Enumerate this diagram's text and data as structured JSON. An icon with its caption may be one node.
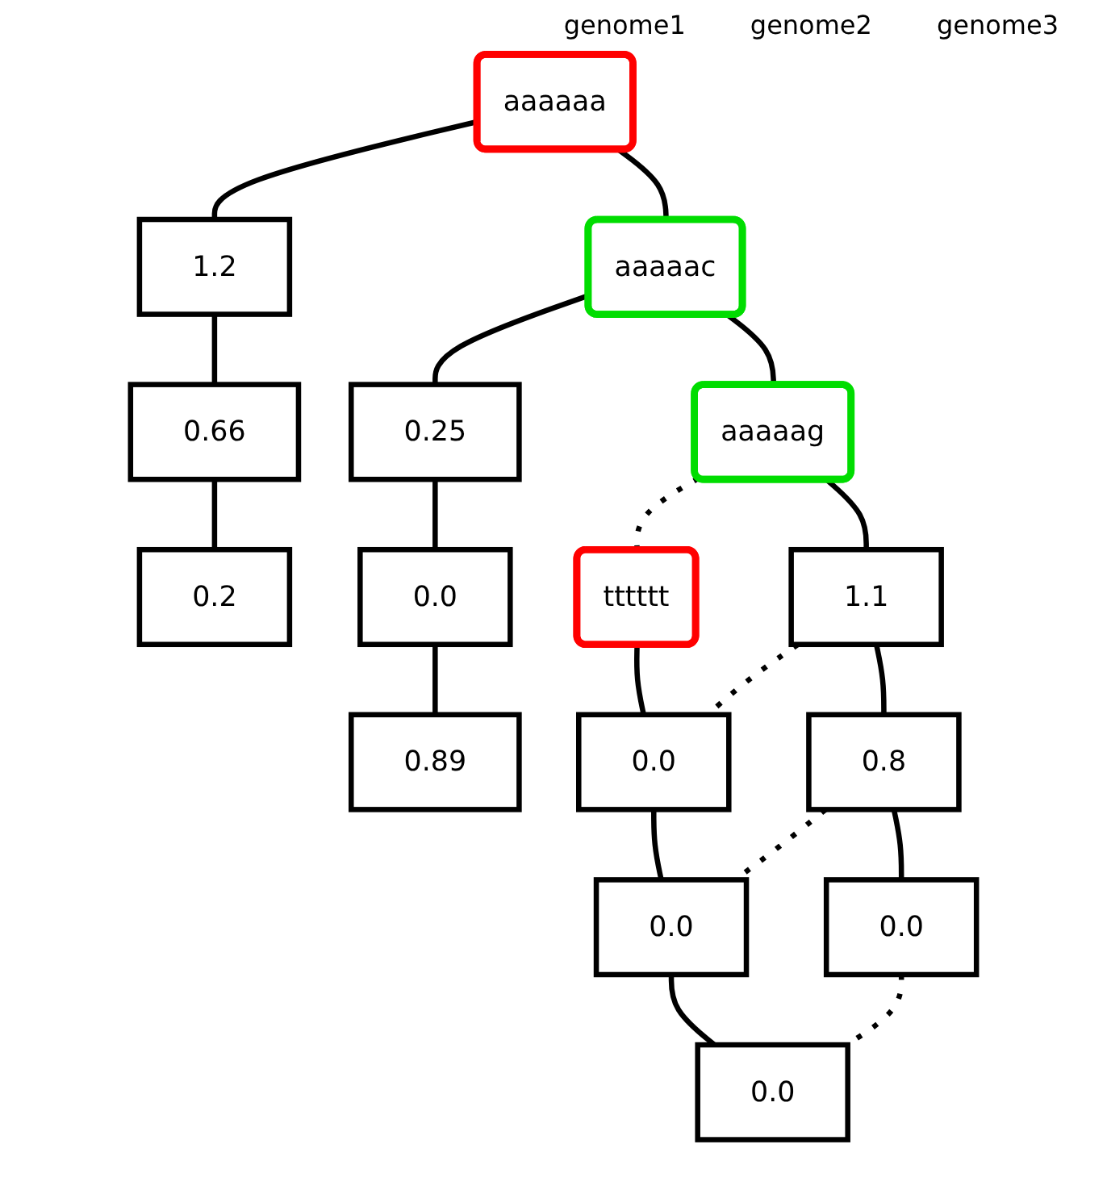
{
  "diagram": {
    "nodes": [
      {
        "text": [
          "aaaaaa"
        ]
      },
      {
        "text": [
          "1.2"
        ]
      },
      {
        "text": [
          "0.66"
        ]
      },
      {
        "text": [
          "0.2"
        ]
      },
      {
        "text": [
          "aaaaac"
        ]
      },
      {
        "text": [
          "0.25"
        ]
      },
      {
        "text": [
          "0.0"
        ]
      },
      {
        "text": [
          "0.89"
        ]
      },
      {
        "text": [
          "aaaaag"
        ]
      },
      {
        "text": [
          "1.1"
        ]
      },
      {
        "text": [
          "0.8"
        ]
      },
      {
        "text": [
          "0.0"
        ]
      },
      {
        "text": [
          "tttttt"
        ]
      },
      {
        "text": [
          "0.0"
        ]
      },
      {
        "text": [
          "0.0"
        ]
      },
      {
        "text": [
          "0.0"
        ]
      }
    ],
    "edges": [
      {
        "from": 0,
        "to": 1,
        "arrow": "none"
      },
      {
        "from": 1,
        "to": 2,
        "arrow": "none"
      },
      {
        "from": 2,
        "to": 3,
        "arrow": "none"
      },
      {
        "from": 4,
        "to": 5,
        "arrow": "none"
      },
      {
        "from": 5,
        "to": 6,
        "arrow": "none"
      },
      {
        "from": 6,
        "to": 7,
        "arrow": "none"
      },
      {
        "from": 8,
        "to": 9,
        "arrow": "none"
      },
      {
        "from": 9,
        "to": 10,
        "arrow": "none"
      },
      {
        "from": 10,
        "to": 11,
        "arrow": "none"
      },
      {
        "from": 12,
        "to": 13,
        "arrow": "none"
      },
      {
        "from": 13,
        "to": 14,
        "arrow": "none"
      },
      {
        "from": 14,
        "to": 15,
        "arrow": "none"
      },
      {
        "from": 0,
        "to": 4,
        "arrow": "none"
      },
      {
        "from": 4,
        "to": 8,
        "arrow": "none"
      },
      {
        "from": 8,
        "to": 12,
        "arrow": "none",
        "style": "dashed"
      },
      {
        "from": 9,
        "to": 13,
        "arrow": "none",
        "style": "dashed"
      },
      {
        "from": 10,
        "to": 14,
        "arrow": "none",
        "style": "dashed"
      },
      {
        "from": 11,
        "to": 15,
        "arrow": "none",
        "style": "dashed"
      }
    ],
    "labels": [
      "genome1",
      "genome2",
      "genome3"
    ]
  }
}
